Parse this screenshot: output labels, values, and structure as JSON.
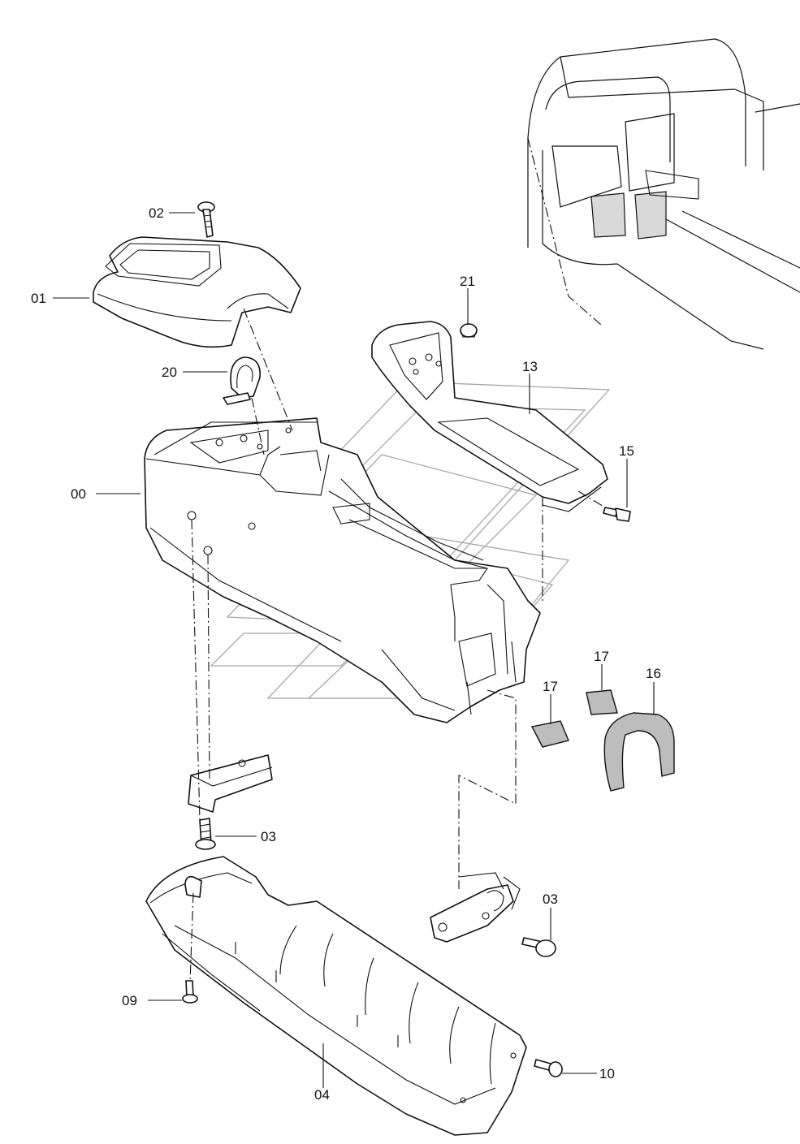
{
  "callouts": {
    "c00": "00",
    "c01": "01",
    "c02": "02",
    "c03a": "03",
    "c03b": "03",
    "c04": "04",
    "c09": "09",
    "c10": "10",
    "c13": "13",
    "c15": "15",
    "c16": "16",
    "c17a": "17",
    "c17b": "17",
    "c20": "20",
    "c21": "21"
  }
}
